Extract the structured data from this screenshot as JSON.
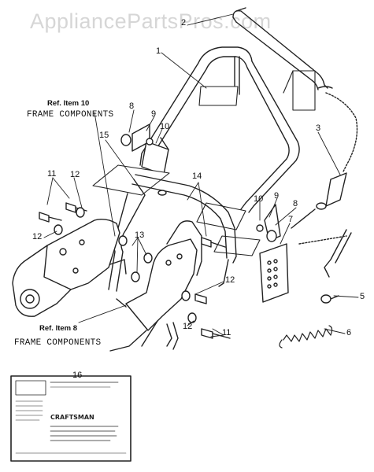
{
  "watermark": "AppliancePartsPros.com",
  "references": {
    "ref10": {
      "title": "Ref. Item 10",
      "subtitle": "FRAME COMPONENTS"
    },
    "ref8": {
      "title": "Ref. Item 8",
      "subtitle": "FRAME COMPONENTS"
    }
  },
  "callouts": {
    "c1": "1",
    "c2": "2",
    "c3": "3",
    "c5": "5",
    "c6": "6",
    "c7": "7",
    "c8a": "8",
    "c8b": "8",
    "c9a": "9",
    "c9b": "9",
    "c10a": "10",
    "c10b": "10",
    "c11a": "11",
    "c11b": "11",
    "c12a": "12",
    "c12b": "12",
    "c12c": "12",
    "c12d": "12",
    "c13": "13",
    "c14": "14",
    "c15": "15",
    "c16": "16"
  },
  "manual": {
    "brand": "CRAFTSMAN"
  }
}
